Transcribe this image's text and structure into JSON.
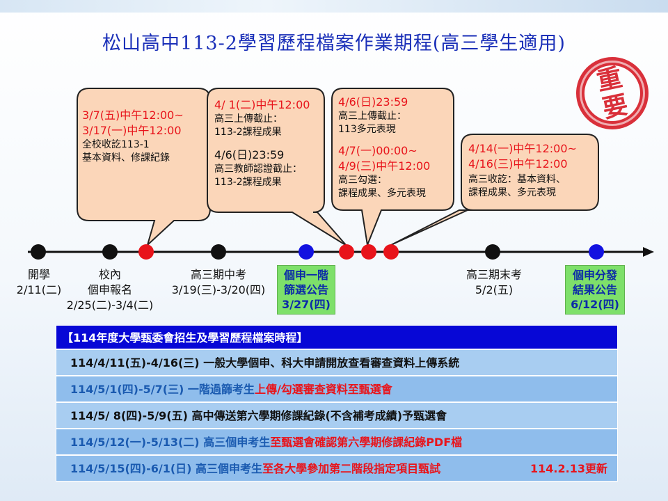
{
  "title": "松山高中113-2學習歷程檔案作業期程(高三學生適用)",
  "stamp": {
    "line1": "重",
    "line2": "要"
  },
  "bubbles": [
    {
      "red1": "3/7(五)中午12:00~",
      "red2": "3/17(一)中午12:00",
      "text1": "全校收訖113-1",
      "text2": "基本資料、修課紀錄"
    },
    {
      "red1": "4/ 1(二)中午12:00",
      "text1": "高三上傳截止：",
      "text2": "113-2課程成果",
      "black1": "4/6(日)23:59",
      "text3": "高三教師認證截止：",
      "text4": "113-2課程成果"
    },
    {
      "red1": "4/6(日)23:59",
      "text1": "高三上傳截止：",
      "text2": "113多元表現",
      "red2": "4/7(一)00:00~",
      "red3": "4/9(三)中午12:00",
      "text3": "高三勾選：",
      "text4": "課程成果、多元表現"
    },
    {
      "red1": "4/14(一)中午12:00~",
      "red2": "4/16(三)中午12:00",
      "text1": "高三收訖：基本資料、",
      "text2": "課程成果、多元表現"
    }
  ],
  "labels": [
    {
      "l1": "開學",
      "l2": "2/11(二)"
    },
    {
      "l1": "校內",
      "l2": "個申報名",
      "l3": "2/25(二)-3/4(二)"
    },
    {
      "l1": "高三期中考",
      "l2": "3/19(三)-3/20(四)"
    },
    {
      "l1": "高三期末考",
      "l2": "5/2(五)"
    }
  ],
  "green_boxes": [
    {
      "l1": "個申一階",
      "l2": "篩選公告",
      "l3": "3/27(四)"
    },
    {
      "l1": "個申分發",
      "l2": "結果公告",
      "l3": "6/12(四)"
    }
  ],
  "colors": {
    "red": "#e8141b",
    "blue": "#1212e0",
    "black": "#111111",
    "bubble": "#fbd6b9"
  },
  "table": {
    "header": "【114年度大學甄委會招生及學習歷程檔案時程】",
    "rows": [
      {
        "a": "114/4/11(五)-4/16(三)  一般大學個申、科大申請開放查看審查資料上傳系統"
      },
      {
        "a": "114/5/1(四)-5/7(三)  一階過篩考生",
        "b": "上傳/勾選審查資料至甄選會"
      },
      {
        "a": "114/5/ 8(四)-5/9(五)  高中傳送第六學期修課紀錄(不含補考成績)予甄選會"
      },
      {
        "a": "114/5/12(一)-5/13(二)  高三個申考生",
        "b": "至甄選會確認第六學期修課紀錄PDF檔"
      },
      {
        "a": "114/5/15(四)-6/1(日)  高三個申考生",
        "b": "至各大學參加第二階段指定項目甄試",
        "c": "114.2.13更新"
      }
    ]
  }
}
